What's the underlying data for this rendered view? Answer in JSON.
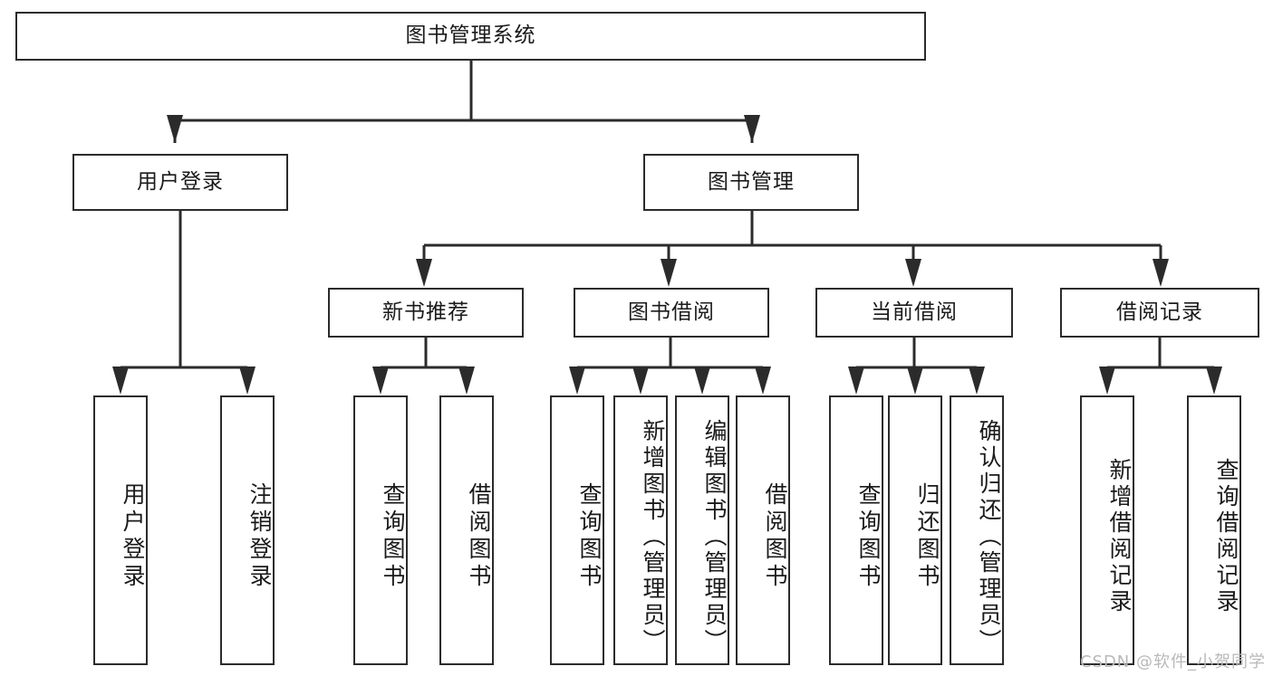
{
  "diagram": {
    "type": "tree-hierarchy",
    "title": "图书管理系统",
    "root": {
      "label": "图书管理系统"
    },
    "level2": [
      {
        "id": "user-login",
        "label": "用户登录"
      },
      {
        "id": "book-manage",
        "label": "图书管理"
      }
    ],
    "level3": [
      {
        "id": "new-book-recommend",
        "label": "新书推荐"
      },
      {
        "id": "book-borrow",
        "label": "图书借阅"
      },
      {
        "id": "current-borrow",
        "label": "当前借阅"
      },
      {
        "id": "borrow-record",
        "label": "借阅记录"
      }
    ],
    "leaves": {
      "user_login": [
        {
          "id": "leaf-user-login",
          "label": "用户登录"
        },
        {
          "id": "leaf-logout-login",
          "label": "注销登录"
        }
      ],
      "new_book_recommend": [
        {
          "id": "leaf-query-book-1",
          "label": "查询图书"
        },
        {
          "id": "leaf-borrow-book-1",
          "label": "借阅图书"
        }
      ],
      "book_borrow": [
        {
          "id": "leaf-query-book-2",
          "label": "查询图书"
        },
        {
          "id": "leaf-add-book",
          "label": "新增图书（管理员）"
        },
        {
          "id": "leaf-edit-book",
          "label": "编辑图书（管理员）"
        },
        {
          "id": "leaf-borrow-book-2",
          "label": "借阅图书"
        }
      ],
      "current_borrow": [
        {
          "id": "leaf-query-book-3",
          "label": "查询图书"
        },
        {
          "id": "leaf-return-book",
          "label": "归还图书"
        },
        {
          "id": "leaf-confirm-return",
          "label": "确认归还（管理员）"
        }
      ],
      "borrow_record": [
        {
          "id": "leaf-add-record",
          "label": "新增借阅记录"
        },
        {
          "id": "leaf-query-record",
          "label": "查询借阅记录"
        }
      ]
    },
    "colors": {
      "stroke": "#2b2b2b",
      "fill": "#ffffff",
      "text": "#1a1a1a",
      "watermark": "#b9b9b9"
    }
  },
  "watermark": {
    "text": "CSDN @软件_小贺同学"
  }
}
